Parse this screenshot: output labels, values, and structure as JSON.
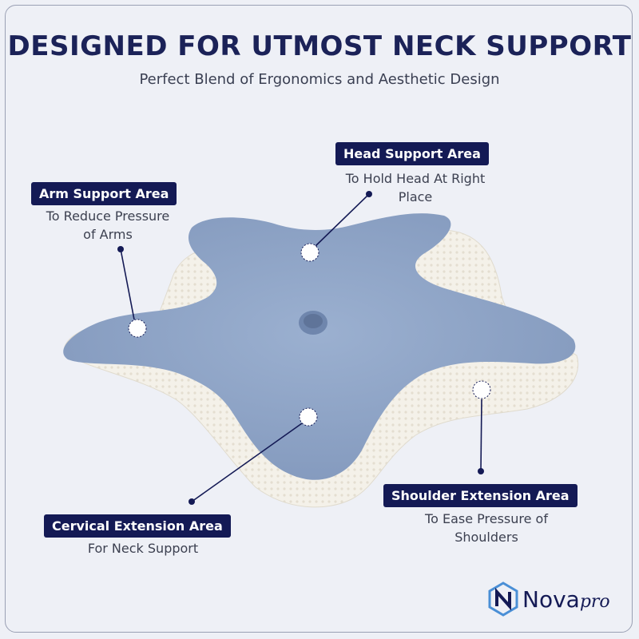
{
  "header": {
    "title": "DESIGNED FOR UTMOST NECK SUPPORT",
    "subtitle": "Perfect Blend of Ergonomics and Aesthetic Design"
  },
  "callouts": {
    "head": {
      "label": "Head Support Area",
      "desc_line1": "To Hold Head At Right",
      "desc_line2": "Place"
    },
    "arm": {
      "label": "Arm Support Area",
      "desc_line1": "To Reduce Pressure",
      "desc_line2": "of Arms"
    },
    "shoulder": {
      "label": "Shoulder Extension Area",
      "desc_line1": "To Ease Pressure of",
      "desc_line2": "Shoulders"
    },
    "cervical": {
      "label": "Cervical Extension Area",
      "desc_line1": "For Neck Support"
    }
  },
  "brand": {
    "name_main": "Nova",
    "name_suffix": "pro"
  },
  "colors": {
    "navy": "#141a55",
    "pillow_blue": "#8fa3c4",
    "foam_cream": "#f3efe6",
    "background": "#eef0f6"
  }
}
